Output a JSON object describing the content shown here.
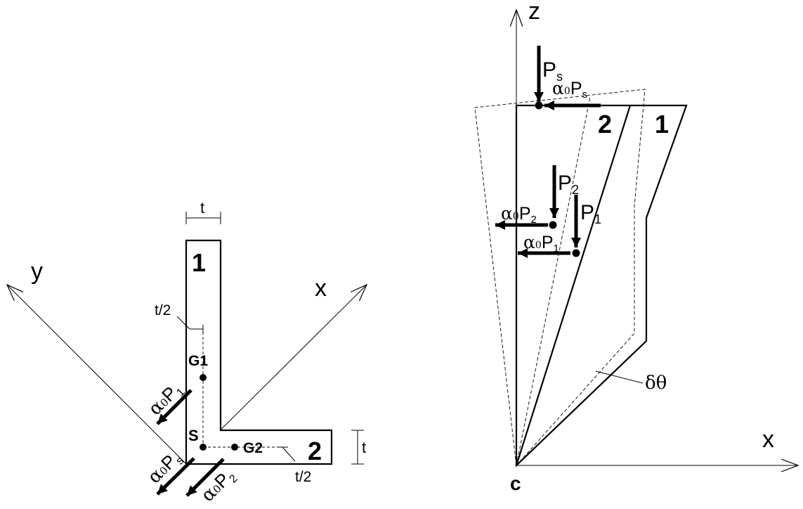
{
  "left": {
    "axis_y": "y",
    "axis_x": "x",
    "dim_t_top": "t",
    "dim_t_right": "t",
    "dim_half_t_upper": "t/2",
    "dim_half_t_lower": "t/2",
    "leg_1": "1",
    "leg_2": "2",
    "g1": "G1",
    "g2": "G2",
    "s": "S",
    "force_p1": {
      "alpha": "α",
      "sub": "0",
      "p": "P",
      "idx": "1"
    },
    "force_ps": {
      "alpha": "α",
      "sub": "0",
      "p": "P",
      "idx": "s"
    },
    "force_p2": {
      "alpha": "α",
      "sub": "0",
      "p": "P",
      "idx": "2"
    }
  },
  "right": {
    "axis_z": "z",
    "axis_x": "x",
    "origin": "c",
    "label_1": "1",
    "label_2": "2",
    "rotation": "δθ",
    "ps": {
      "p": "P",
      "idx": "s"
    },
    "alpha_ps": {
      "alpha": "α",
      "sub": "0",
      "p": "P",
      "idx": "s"
    },
    "p2": {
      "p": "P",
      "idx": "2"
    },
    "alpha_p2": {
      "alpha": "α",
      "sub": "0",
      "p": "P",
      "idx": "2"
    },
    "p1": {
      "p": "P",
      "idx": "1"
    },
    "alpha_p1": {
      "alpha": "α",
      "sub": "0",
      "p": "P",
      "idx": "1"
    }
  }
}
